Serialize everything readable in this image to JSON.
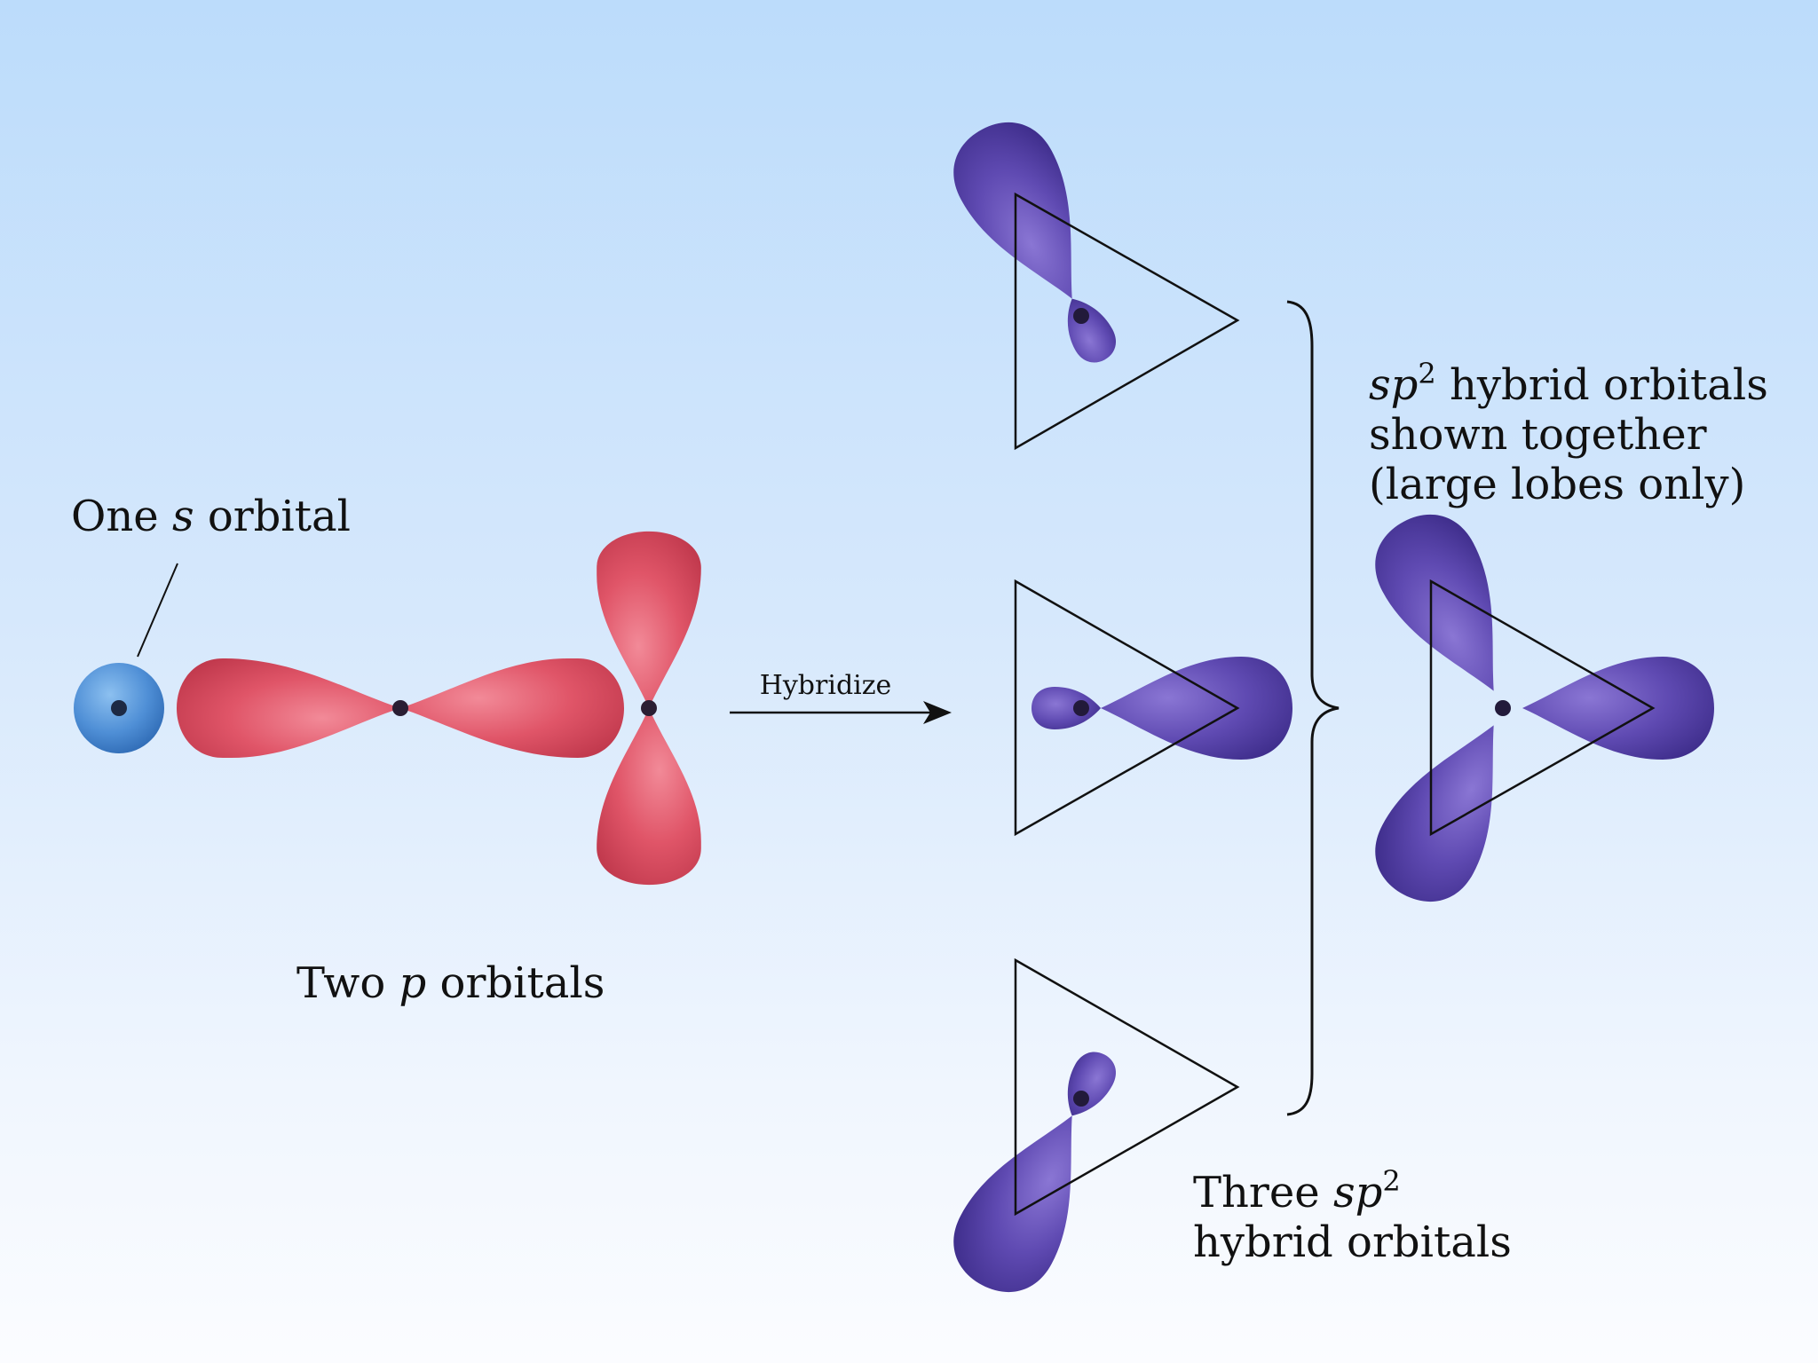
{
  "labels": {
    "s_prefix": "One ",
    "s_var": "s",
    "s_suffix": " orbital",
    "p_prefix": "Two ",
    "p_var": "p",
    "p_suffix": " orbitals",
    "arrow": "Hybridize",
    "three_prefix": "Three ",
    "three_var": "sp",
    "three_sup": "2",
    "three_line2": "hybrid orbitals",
    "together_var": "sp",
    "together_sup": "2",
    "together_suffix": " hybrid orbitals",
    "together_line2": "shown together",
    "together_line3": "(large lobes only)"
  },
  "colors": {
    "s_orbital": "#4f8fd6",
    "p_orbital": "#e05568",
    "hybrid_orbital": "#5f4ab2",
    "nucleus": "#2a1e33",
    "line": "#111111"
  }
}
